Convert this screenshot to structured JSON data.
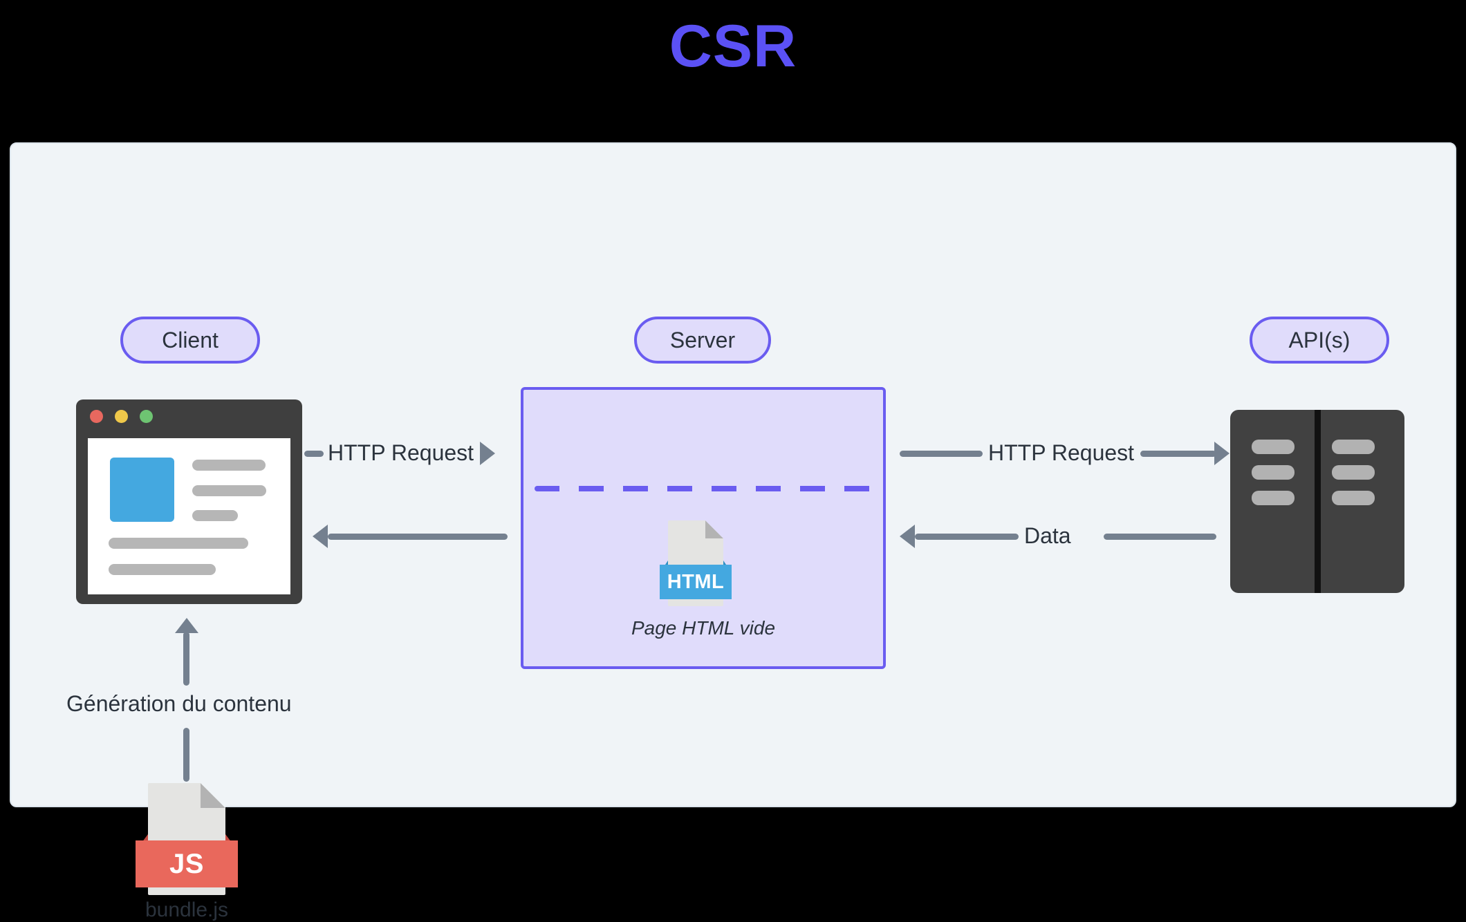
{
  "title": "CSR",
  "colors": {
    "title": "#5b51f5",
    "panel_bg": "#f0f4f7",
    "pill_border": "#6a5cf0",
    "pill_fill": "#e0dcfb",
    "arrow": "#74808f",
    "text": "#2b333d",
    "html_banner": "#44a8e0",
    "js_banner": "#e9685c",
    "server_dark": "#414141"
  },
  "pills": {
    "client": "Client",
    "server": "Server",
    "api": "API(s)"
  },
  "browser": {
    "traffic_lights": [
      "close-dot-red",
      "minimize-dot-yellow",
      "maximize-dot-green"
    ]
  },
  "server_panel": {
    "file_label": "HTML",
    "caption": "Page HTML vide"
  },
  "bundle": {
    "file_label": "JS",
    "caption": "bundle.js"
  },
  "flows": {
    "client_to_server": "HTTP Request",
    "server_to_client": "",
    "server_to_api": "HTTP Request",
    "api_to_server": "Data",
    "bundle_to_client": "Génération du contenu"
  }
}
